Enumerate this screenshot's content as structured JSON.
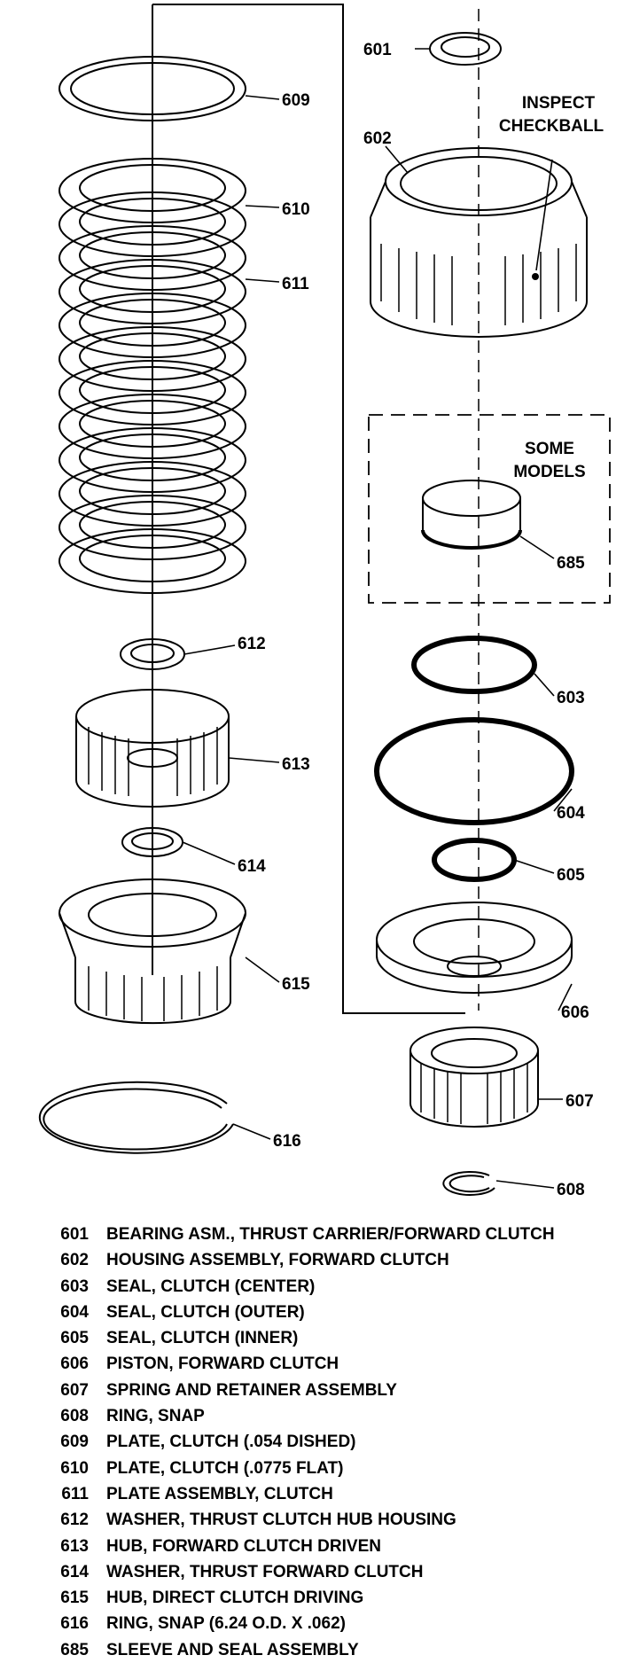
{
  "callouts": {
    "c601": "601",
    "c602": "602",
    "c603": "603",
    "c604": "604",
    "c605": "605",
    "c606": "606",
    "c607": "607",
    "c608": "608",
    "c609": "609",
    "c610": "610",
    "c611": "611",
    "c612": "612",
    "c613": "613",
    "c614": "614",
    "c615": "615",
    "c616": "616",
    "c685": "685"
  },
  "notes": {
    "inspect_line1": "INSPECT",
    "inspect_line2": "CHECKBALL",
    "some_line1": "SOME",
    "some_line2": "MODELS"
  },
  "legend": [
    {
      "num": "601",
      "desc": "BEARING ASM., THRUST CARRIER/FORWARD CLUTCH"
    },
    {
      "num": "602",
      "desc": "HOUSING ASSEMBLY, FORWARD CLUTCH"
    },
    {
      "num": "603",
      "desc": "SEAL, CLUTCH (CENTER)"
    },
    {
      "num": "604",
      "desc": "SEAL, CLUTCH (OUTER)"
    },
    {
      "num": "605",
      "desc": "SEAL, CLUTCH (INNER)"
    },
    {
      "num": "606",
      "desc": "PISTON, FORWARD CLUTCH"
    },
    {
      "num": "607",
      "desc": "SPRING AND RETAINER ASSEMBLY"
    },
    {
      "num": "608",
      "desc": "RING, SNAP"
    },
    {
      "num": "609",
      "desc": "PLATE, CLUTCH (.054 DISHED)"
    },
    {
      "num": "610",
      "desc": "PLATE, CLUTCH (.0775 FLAT)"
    },
    {
      "num": "611",
      "desc": "PLATE ASSEMBLY, CLUTCH"
    },
    {
      "num": "612",
      "desc": "WASHER, THRUST CLUTCH HUB HOUSING"
    },
    {
      "num": "613",
      "desc": "HUB, FORWARD CLUTCH DRIVEN"
    },
    {
      "num": "614",
      "desc": "WASHER, THRUST FORWARD CLUTCH"
    },
    {
      "num": "615",
      "desc": "HUB, DIRECT CLUTCH DRIVING"
    },
    {
      "num": "616",
      "desc": "RING, SNAP (6.24 O.D. X .062)"
    },
    {
      "num": "685",
      "desc": "SLEEVE AND SEAL ASSEMBLY"
    }
  ]
}
